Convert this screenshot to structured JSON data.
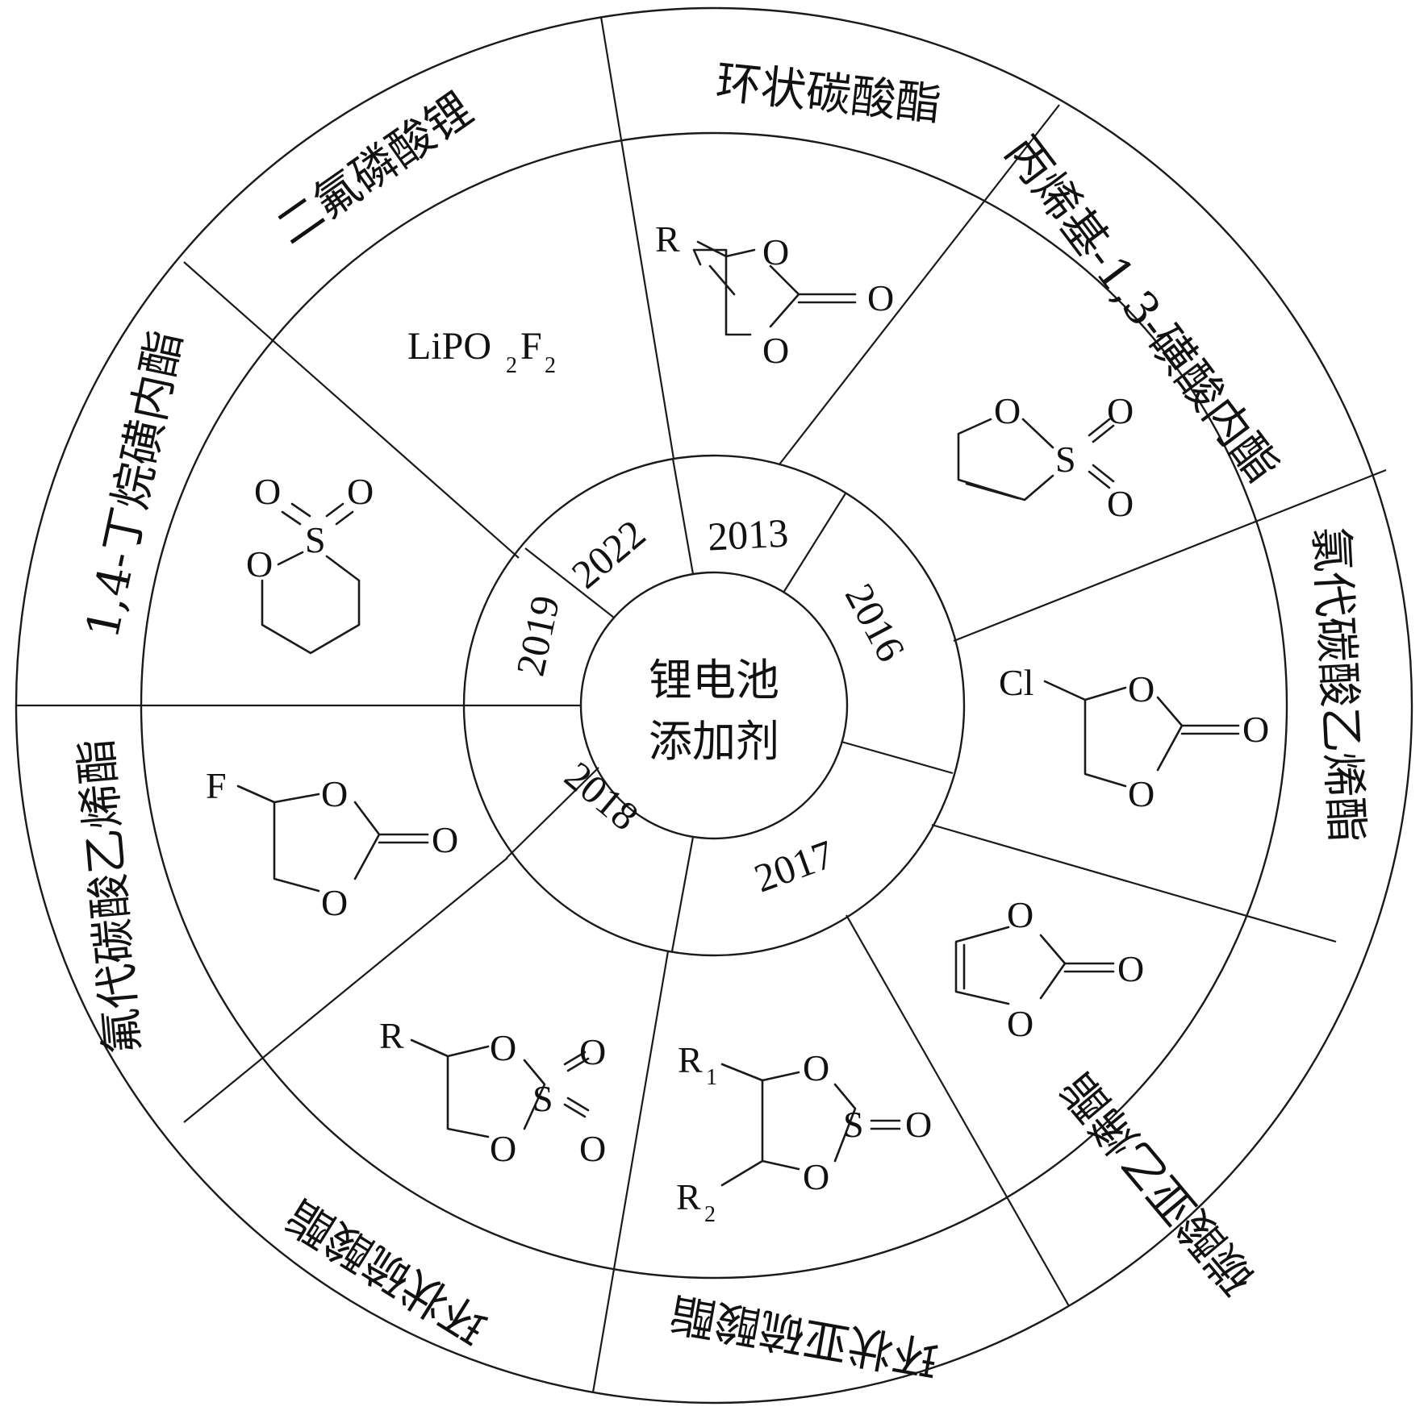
{
  "center": {
    "line1": "锂电池",
    "line2": "添加剂"
  },
  "years": [
    "2013",
    "2016",
    "2017",
    "2018",
    "2019",
    "2022"
  ],
  "segments": [
    {
      "name": "环状碳酸酯",
      "year": "2013",
      "atoms": {
        "r": "R",
        "o_ring1": "O",
        "o_carbonyl": "O",
        "o_ring2": "O"
      }
    },
    {
      "name": "丙烯基-1,3-磺酸内酯",
      "year": "2016",
      "atoms": {
        "o_ring": "O",
        "s": "S",
        "o1": "O",
        "o2": "O"
      }
    },
    {
      "name": "氯代碳酸乙烯酯",
      "year": "2016",
      "atoms": {
        "cl": "Cl",
        "o_ring1": "O",
        "o_carbonyl": "O",
        "o_ring2": "O"
      }
    },
    {
      "name": "碳酸亚乙烯酯",
      "year": "2017",
      "atoms": {
        "o_ring1": "O",
        "o_carbonyl": "O",
        "o_ring2": "O"
      }
    },
    {
      "name": "环状亚硫酸酯",
      "year": "2017",
      "atoms": {
        "r1": "R",
        "r1_sub": "1",
        "r2": "R",
        "r2_sub": "2",
        "o_ring1": "O",
        "s": "S",
        "o_double": "O",
        "o_ring2": "O"
      }
    },
    {
      "name": "环状硫酸酯",
      "year": "2018",
      "atoms": {
        "r": "R",
        "o_ring1": "O",
        "o_ring2": "O",
        "s": "S",
        "o1": "O",
        "o2": "O"
      }
    },
    {
      "name": "氟代碳酸乙烯酯",
      "year": "2018",
      "atoms": {
        "f": "F",
        "o_ring1": "O",
        "o_carbonyl": "O",
        "o_ring2": "O"
      }
    },
    {
      "name": "1,4-丁烷磺内酯",
      "year": "2019",
      "atoms": {
        "o1": "O",
        "s": "S",
        "o2": "O",
        "o_ring": "O"
      }
    },
    {
      "name": "二氟磷酸锂",
      "year": "2022",
      "formula": {
        "a": "LiPO",
        "sub1": "2",
        "b": "F",
        "sub2": "2"
      }
    }
  ]
}
